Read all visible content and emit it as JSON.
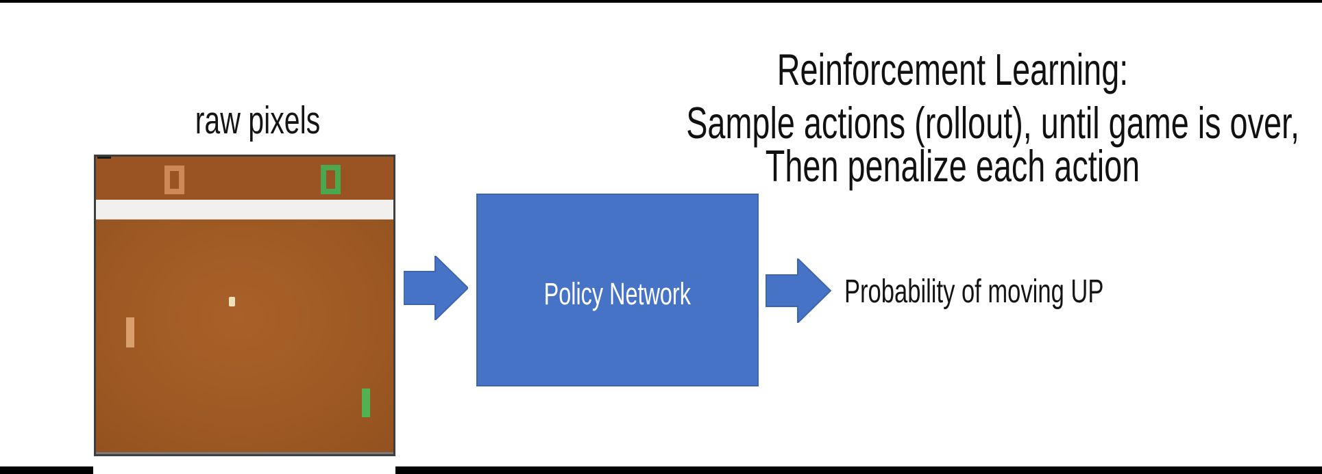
{
  "title": {
    "line1": "Reinforcement Learning:",
    "line2": "Sample actions (rollout), until game is over,",
    "line3": "Then penalize each action"
  },
  "labels": {
    "raw_pixels": "raw pixels",
    "policy_network": "Policy Network",
    "probability": "Probability of moving UP"
  },
  "pong": {
    "left_score": "0",
    "right_score": "0"
  },
  "colors": {
    "slide_bg": "#ffffff",
    "letterbox_black": "#000000",
    "accent_blue": "#4673c5",
    "accent_blue_dark": "#3c65ac",
    "frame_border": "#3e3e3e",
    "pong_brown": "#9c5823",
    "pong_brown_light": "#a96128",
    "pong_brown_dark": "#8c4d1d",
    "pong_brown_top": "#9a5322",
    "white_band": "#f1f0ee",
    "score_orange": "#ce8757",
    "score_green": "#4ca84e",
    "paddle_orange": "#d9a06b",
    "paddle_green": "#52b252",
    "ball_cream": "#efe1bb"
  }
}
